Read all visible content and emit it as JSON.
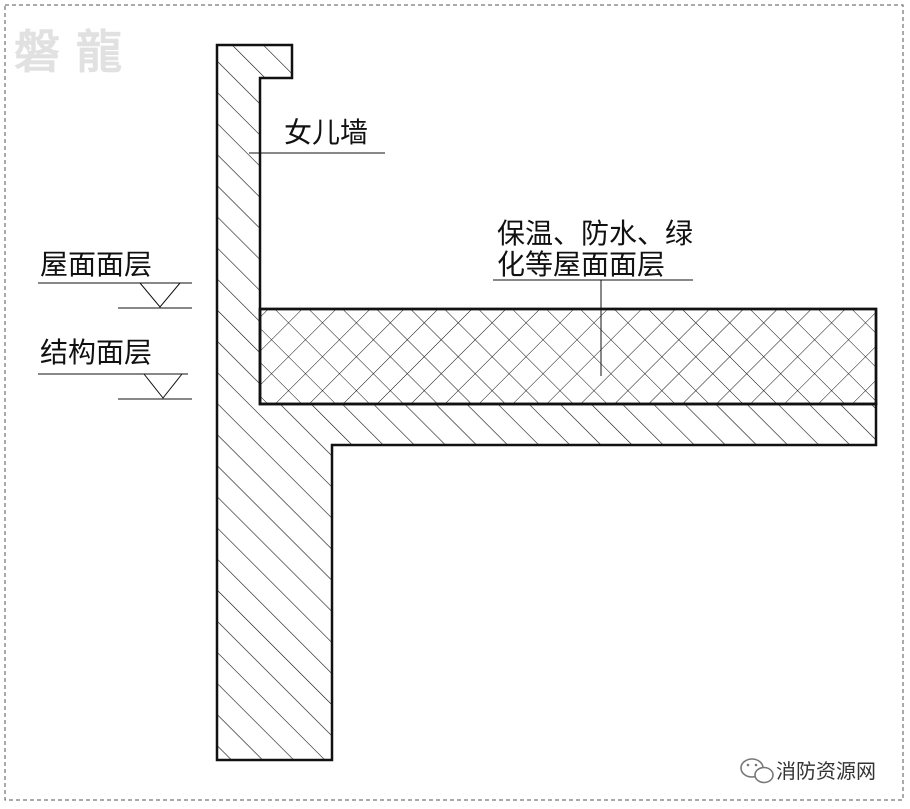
{
  "watermark": "磐 龍",
  "labels": {
    "parapet": "女儿墙",
    "roof_surface": "屋面面层",
    "structure_surface": "结构面层",
    "insulation_line1": "保温、防水、绿",
    "insulation_line2": "化等屋面面层"
  },
  "credit": {
    "icon": "wechat-icon",
    "text": "消防资源网"
  }
}
